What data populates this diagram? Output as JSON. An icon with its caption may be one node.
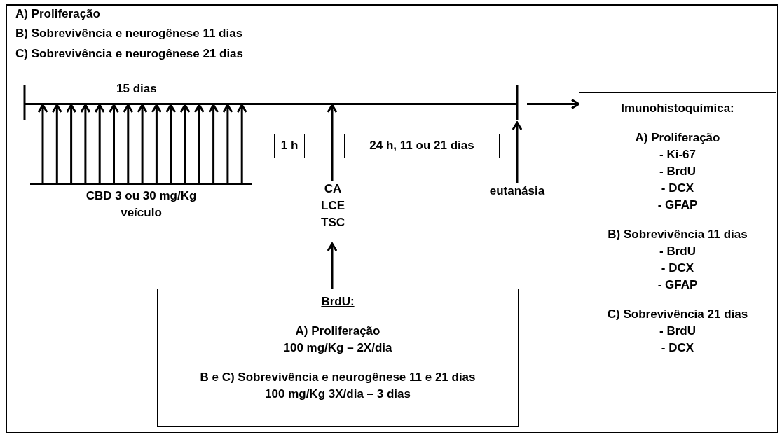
{
  "diagram": {
    "nodes": [
      {
        "text": [],
        "shape": "bar",
        "beside": [
          "15 dias"
        ]
      },
      {
        "text": [
          "Imunohistoquímica:",
          "A) Proliferação",
          "- Ki-67",
          "- BrdU",
          "- DCX",
          "- GFAP",
          "B) Sobrevivência 11 dias",
          "- BrdU",
          "- DCX",
          "- GFAP",
          "C) Sobrevivência 21 dias",
          "- BrdU",
          "- DCX"
        ]
      },
      {
        "text": [
          "1 h"
        ]
      },
      {
        "text": [
          "24 h, 11 ou 21 dias"
        ]
      },
      {
        "text": [
          "CBD 3 ou 30 mg/Kg veículo"
        ]
      },
      {
        "text": [
          "CA LCE TSC"
        ]
      },
      {
        "text": [
          "eutanásia"
        ]
      },
      {
        "text": [
          "BrdU:",
          "A) Proliferação",
          "100 mg/Kg – 2X/dia",
          "B e C) Sobrevivência e neurogênese 11 e 21 dias",
          "100 mg/Kg 3X/dia – 3 dias"
        ]
      }
    ],
    "edges": [
      {
        "from": 4,
        "to": 0,
        "arrow": "to"
      },
      {
        "from": 4,
        "to": 0,
        "arrow": "to"
      },
      {
        "from": 4,
        "to": 0,
        "arrow": "to"
      },
      {
        "from": 4,
        "to": 0,
        "arrow": "to"
      },
      {
        "from": 4,
        "to": 0,
        "arrow": "to"
      },
      {
        "from": 4,
        "to": 0,
        "arrow": "to"
      },
      {
        "from": 4,
        "to": 0,
        "arrow": "to"
      },
      {
        "from": 4,
        "to": 0,
        "arrow": "to"
      },
      {
        "from": 4,
        "to": 0,
        "arrow": "to"
      },
      {
        "from": 4,
        "to": 0,
        "arrow": "to"
      },
      {
        "from": 4,
        "to": 0,
        "arrow": "to"
      },
      {
        "from": 4,
        "to": 0,
        "arrow": "to"
      },
      {
        "from": 4,
        "to": 0,
        "arrow": "to"
      },
      {
        "from": 4,
        "to": 0,
        "arrow": "to"
      },
      {
        "from": 4,
        "to": 0,
        "arrow": "to"
      },
      {
        "from": 5,
        "to": 0,
        "arrow": "to"
      },
      {
        "from": 6,
        "to": 0,
        "arrow": "to"
      },
      {
        "from": 0,
        "to": 1,
        "arrow": "to"
      },
      {
        "from": 7,
        "to": 5,
        "arrow": "to"
      }
    ],
    "labels": [
      "A) Proliferação",
      "B) Sobrevivência e neurogênese 11 dias",
      "C) Sobrevivência e neurogênese 21 dias"
    ]
  }
}
